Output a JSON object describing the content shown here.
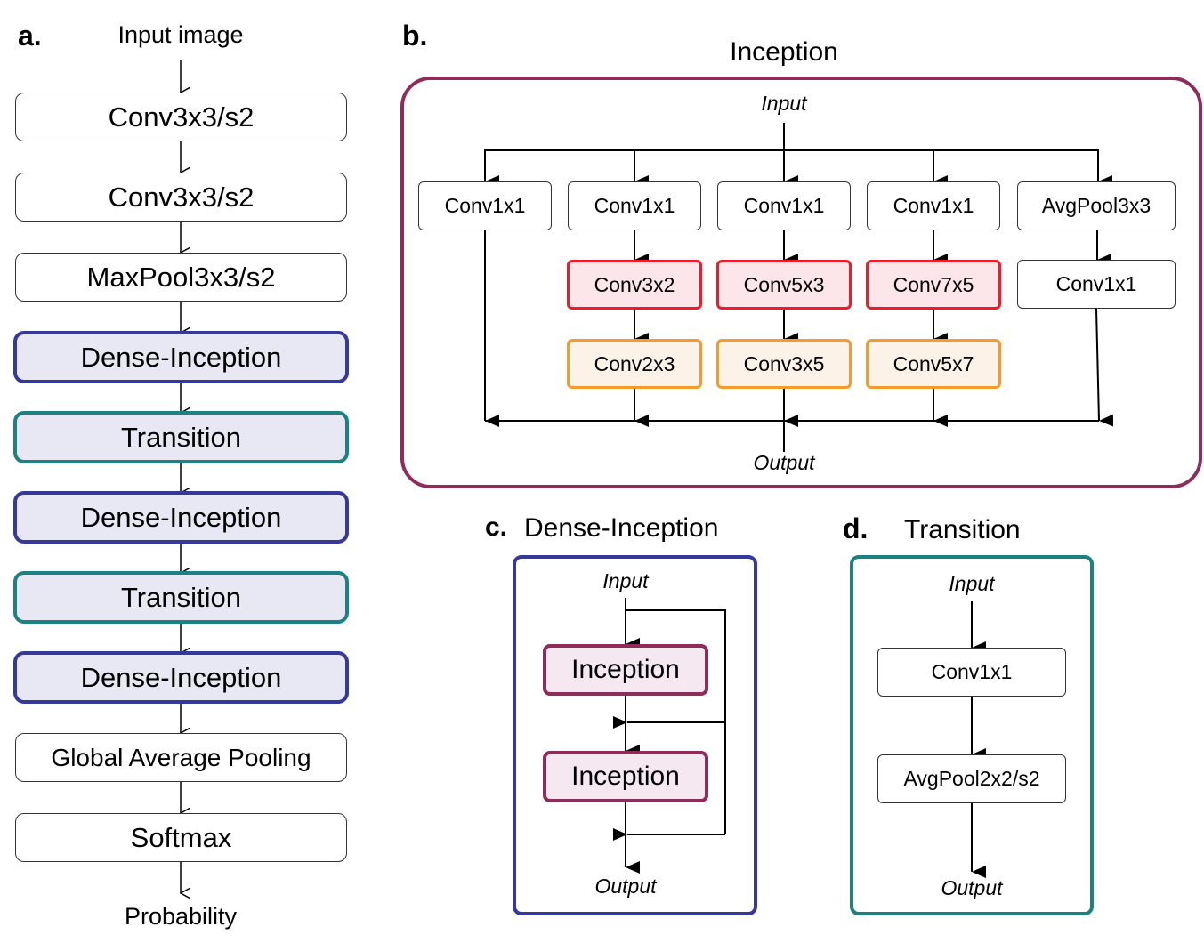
{
  "panel_a": {
    "letter": "a.",
    "input_label": "Input image",
    "layers": [
      {
        "label": "Conv3x3/s2",
        "type": "plain"
      },
      {
        "label": "Conv3x3/s2",
        "type": "plain"
      },
      {
        "label": "MaxPool3x3/s2",
        "type": "plain"
      },
      {
        "label": "Dense-Inception",
        "type": "dense"
      },
      {
        "label": "Transition",
        "type": "transition"
      },
      {
        "label": "Dense-Inception",
        "type": "dense"
      },
      {
        "label": "Transition",
        "type": "transition"
      },
      {
        "label": "Dense-Inception",
        "type": "dense"
      },
      {
        "label": "Global Average Pooling",
        "type": "plain"
      },
      {
        "label": "Softmax",
        "type": "plain"
      }
    ],
    "output_label": "Probability"
  },
  "panel_b": {
    "letter": "b.",
    "title": "Inception",
    "input_label": "Input",
    "output_label": "Output",
    "branches": [
      {
        "first": "Conv1x1"
      },
      {
        "first": "Conv1x1",
        "second": "Conv3x2",
        "third": "Conv2x3"
      },
      {
        "first": "Conv1x1",
        "second": "Conv5x3",
        "third": "Conv3x5"
      },
      {
        "first": "Conv1x1",
        "second": "Conv7x5",
        "third": "Conv5x7"
      },
      {
        "first": "AvgPool3x3",
        "second_plain": "Conv1x1"
      }
    ]
  },
  "panel_c": {
    "letter": "c.",
    "title": "Dense-Inception",
    "input_label": "Input",
    "blocks": [
      "Inception",
      "Inception"
    ],
    "output_label": "Output"
  },
  "panel_d": {
    "letter": "d.",
    "title": "Transition",
    "input_label": "Input",
    "blocks": [
      "Conv1x1",
      "AvgPool2x2/s2"
    ],
    "output_label": "Output"
  },
  "colors": {
    "inception": "#8e2c5c",
    "dense_inception": "#36399a",
    "transition": "#1c8180",
    "asym_first": "#ee1c2a",
    "asym_second": "#f59a2c"
  }
}
